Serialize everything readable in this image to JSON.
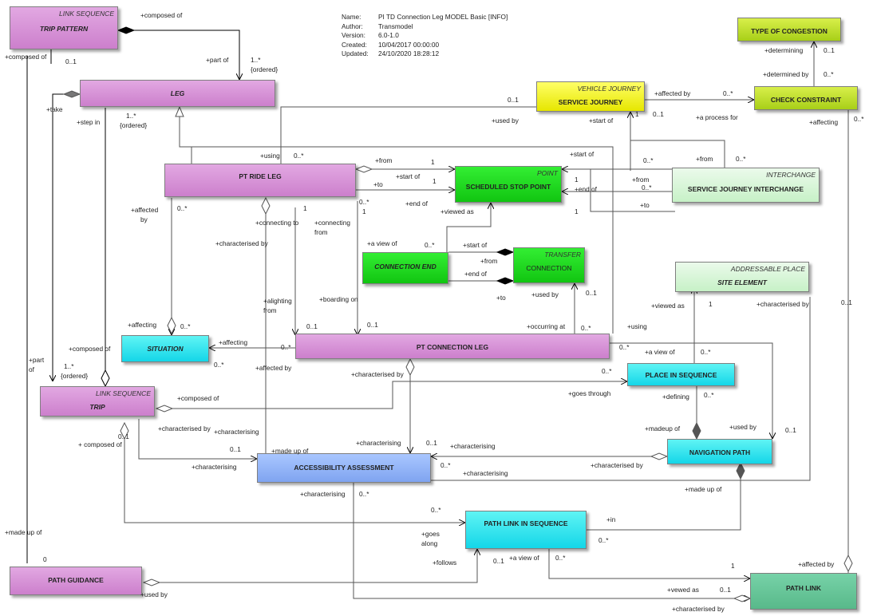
{
  "header": {
    "name_key": "Name:",
    "name_val": "PI TD Connection Leg MODEL Basic [INFO]",
    "author_key": "Author:",
    "author_val": "Transmodel",
    "version_key": "Version:",
    "version_val": "6.0-1.0",
    "created_key": "Created:",
    "created_val": "10/04/2017 00:00:00",
    "updated_key": "Updated:",
    "updated_val": "24/10/2020 18:28:12"
  },
  "classes": {
    "trip_pattern": {
      "stereotype": "LINK SEQUENCE",
      "name": "TRIP PATTERN"
    },
    "leg": {
      "name": "LEG"
    },
    "pt_ride_leg": {
      "name": "PT RIDE LEG"
    },
    "service_journey": {
      "stereotype": "VEHICLE JOURNEY",
      "name": "SERVICE JOURNEY"
    },
    "type_of_congestion": {
      "name": "TYPE OF CONGESTION"
    },
    "check_constraint": {
      "name": "CHECK CONSTRAINT"
    },
    "scheduled_stop_point": {
      "stereotype": "POINT",
      "name": "SCHEDULED STOP POINT"
    },
    "service_journey_interchange": {
      "stereotype": "INTERCHANGE",
      "name": "SERVICE JOURNEY INTERCHANGE"
    },
    "connection_end": {
      "name": "CONNECTION END"
    },
    "connection": {
      "stereotype": "TRANSFER",
      "name": "CONNECTION"
    },
    "site_element": {
      "stereotype": "ADDRESSABLE PLACE",
      "name": "SITE ELEMENT"
    },
    "situation": {
      "name": "SITUATION"
    },
    "pt_connection_leg": {
      "name": "PT CONNECTION  LEG"
    },
    "place_in_sequence": {
      "name": "PLACE IN SEQUENCE"
    },
    "trip": {
      "stereotype": "LINK SEQUENCE",
      "name": "TRIP"
    },
    "navigation_path": {
      "name": "NAVIGATION PATH"
    },
    "accessibility_assessment": {
      "name": "ACCESSIBILITY ASSESSMENT"
    },
    "path_link_in_sequence": {
      "name": "PATH LINK IN SEQUENCE"
    },
    "path_guidance": {
      "name": "PATH GUIDANCE"
    },
    "path_link": {
      "name": "PATH LINK"
    }
  },
  "labels": {
    "l1": "+composed of",
    "l2": "+composed of",
    "l3": "0..1",
    "l4": "+part of",
    "l5": "1..*",
    "l6": "{ordered}",
    "l7": "+take",
    "l8": "+step in",
    "l9": "1..*",
    "l10": "{ordered}",
    "l11": "0..1",
    "l12": "+used by",
    "l13": "+affected by",
    "l14": "0..*",
    "l15": "1",
    "l16": "0..1",
    "l17": "+start of",
    "l18": "+a process for",
    "l19": "+determining",
    "l20": "0..1",
    "l21": "+determined by",
    "l22": "0..*",
    "l23": "+affecting",
    "l24": "0..*",
    "l25": "+using",
    "l26": "0..*",
    "l27": "+from",
    "l28": "1",
    "l29": "+start of",
    "l30": "1",
    "l31": "+to",
    "l32": "+end of",
    "l33": "+start of",
    "l34": "0..*",
    "l35": "+from",
    "l36": "0..*",
    "l37": "+from",
    "l38": "1",
    "l39": "0..*",
    "l40": "+end of",
    "l41": "1",
    "l42": "+to",
    "l43": "+affected",
    "l44": "by",
    "l45": "0..*",
    "l46": "+connecting to",
    "l47": "1",
    "l48": "+connecting",
    "l49": "from",
    "l50": "0..*",
    "l51": "1",
    "l52": "+viewed as",
    "l53": "+characterised by",
    "l54": "+a view of",
    "l55": "0..*",
    "l56": "+start of",
    "l57": "+from",
    "l58": "+end of",
    "l59": "+to",
    "l60": "+used by",
    "l61": "0..1",
    "l62": "+viewed as",
    "l63": "1",
    "l64": "+characterised by",
    "l65": "0..1",
    "l66": "+alighting",
    "l67": "from",
    "l68": "+boarding on",
    "l69": "+affecting",
    "l70": "0..*",
    "l71": "0..1",
    "l72": "0..1",
    "l73": "+occurring at",
    "l74": "0..*",
    "l75": "+using",
    "l76": "+affecting",
    "l77": "0..*",
    "l78": "0..*",
    "l79": "0..*",
    "l80": "+a view of",
    "l81": "0..*",
    "l82": "0..*",
    "l83": "+composed of",
    "l84": "+part",
    "l85": "of",
    "l86": "1..*",
    "l87": "{ordered}",
    "l88": "+affected by",
    "l89": "+characterised by",
    "l90": "+composed of",
    "l91": "+goes through",
    "l92": "+defining",
    "l93": "0..*",
    "l94": "+characterised by",
    "l95": "+characterising",
    "l96": "0..1",
    "l97": "+ composed of",
    "l98": "+madeup of",
    "l99": "+used by",
    "l100": "0..1",
    "l101": "0..1",
    "l102": "+characterising",
    "l103": "+characterising",
    "l104": "0..1",
    "l105": "+characterising",
    "l106": "0..*",
    "l107": "+characterised by",
    "l108": "+characterising",
    "l109": "+made up of",
    "l110": "+characterising",
    "l111": "0..*",
    "l112": "+made up of",
    "l113": "0..*",
    "l114": "+goes",
    "l115": "along",
    "l116": "+in",
    "l117": "0..*",
    "l118": "0",
    "l119": "+follows",
    "l120": "0..1",
    "l121": "+a view of",
    "l122": "0..*",
    "l123": "1",
    "l124": "+affected by",
    "l125": "+used by",
    "l126": "+vewed as",
    "l127": "0..1",
    "l128": "+characterised by"
  }
}
